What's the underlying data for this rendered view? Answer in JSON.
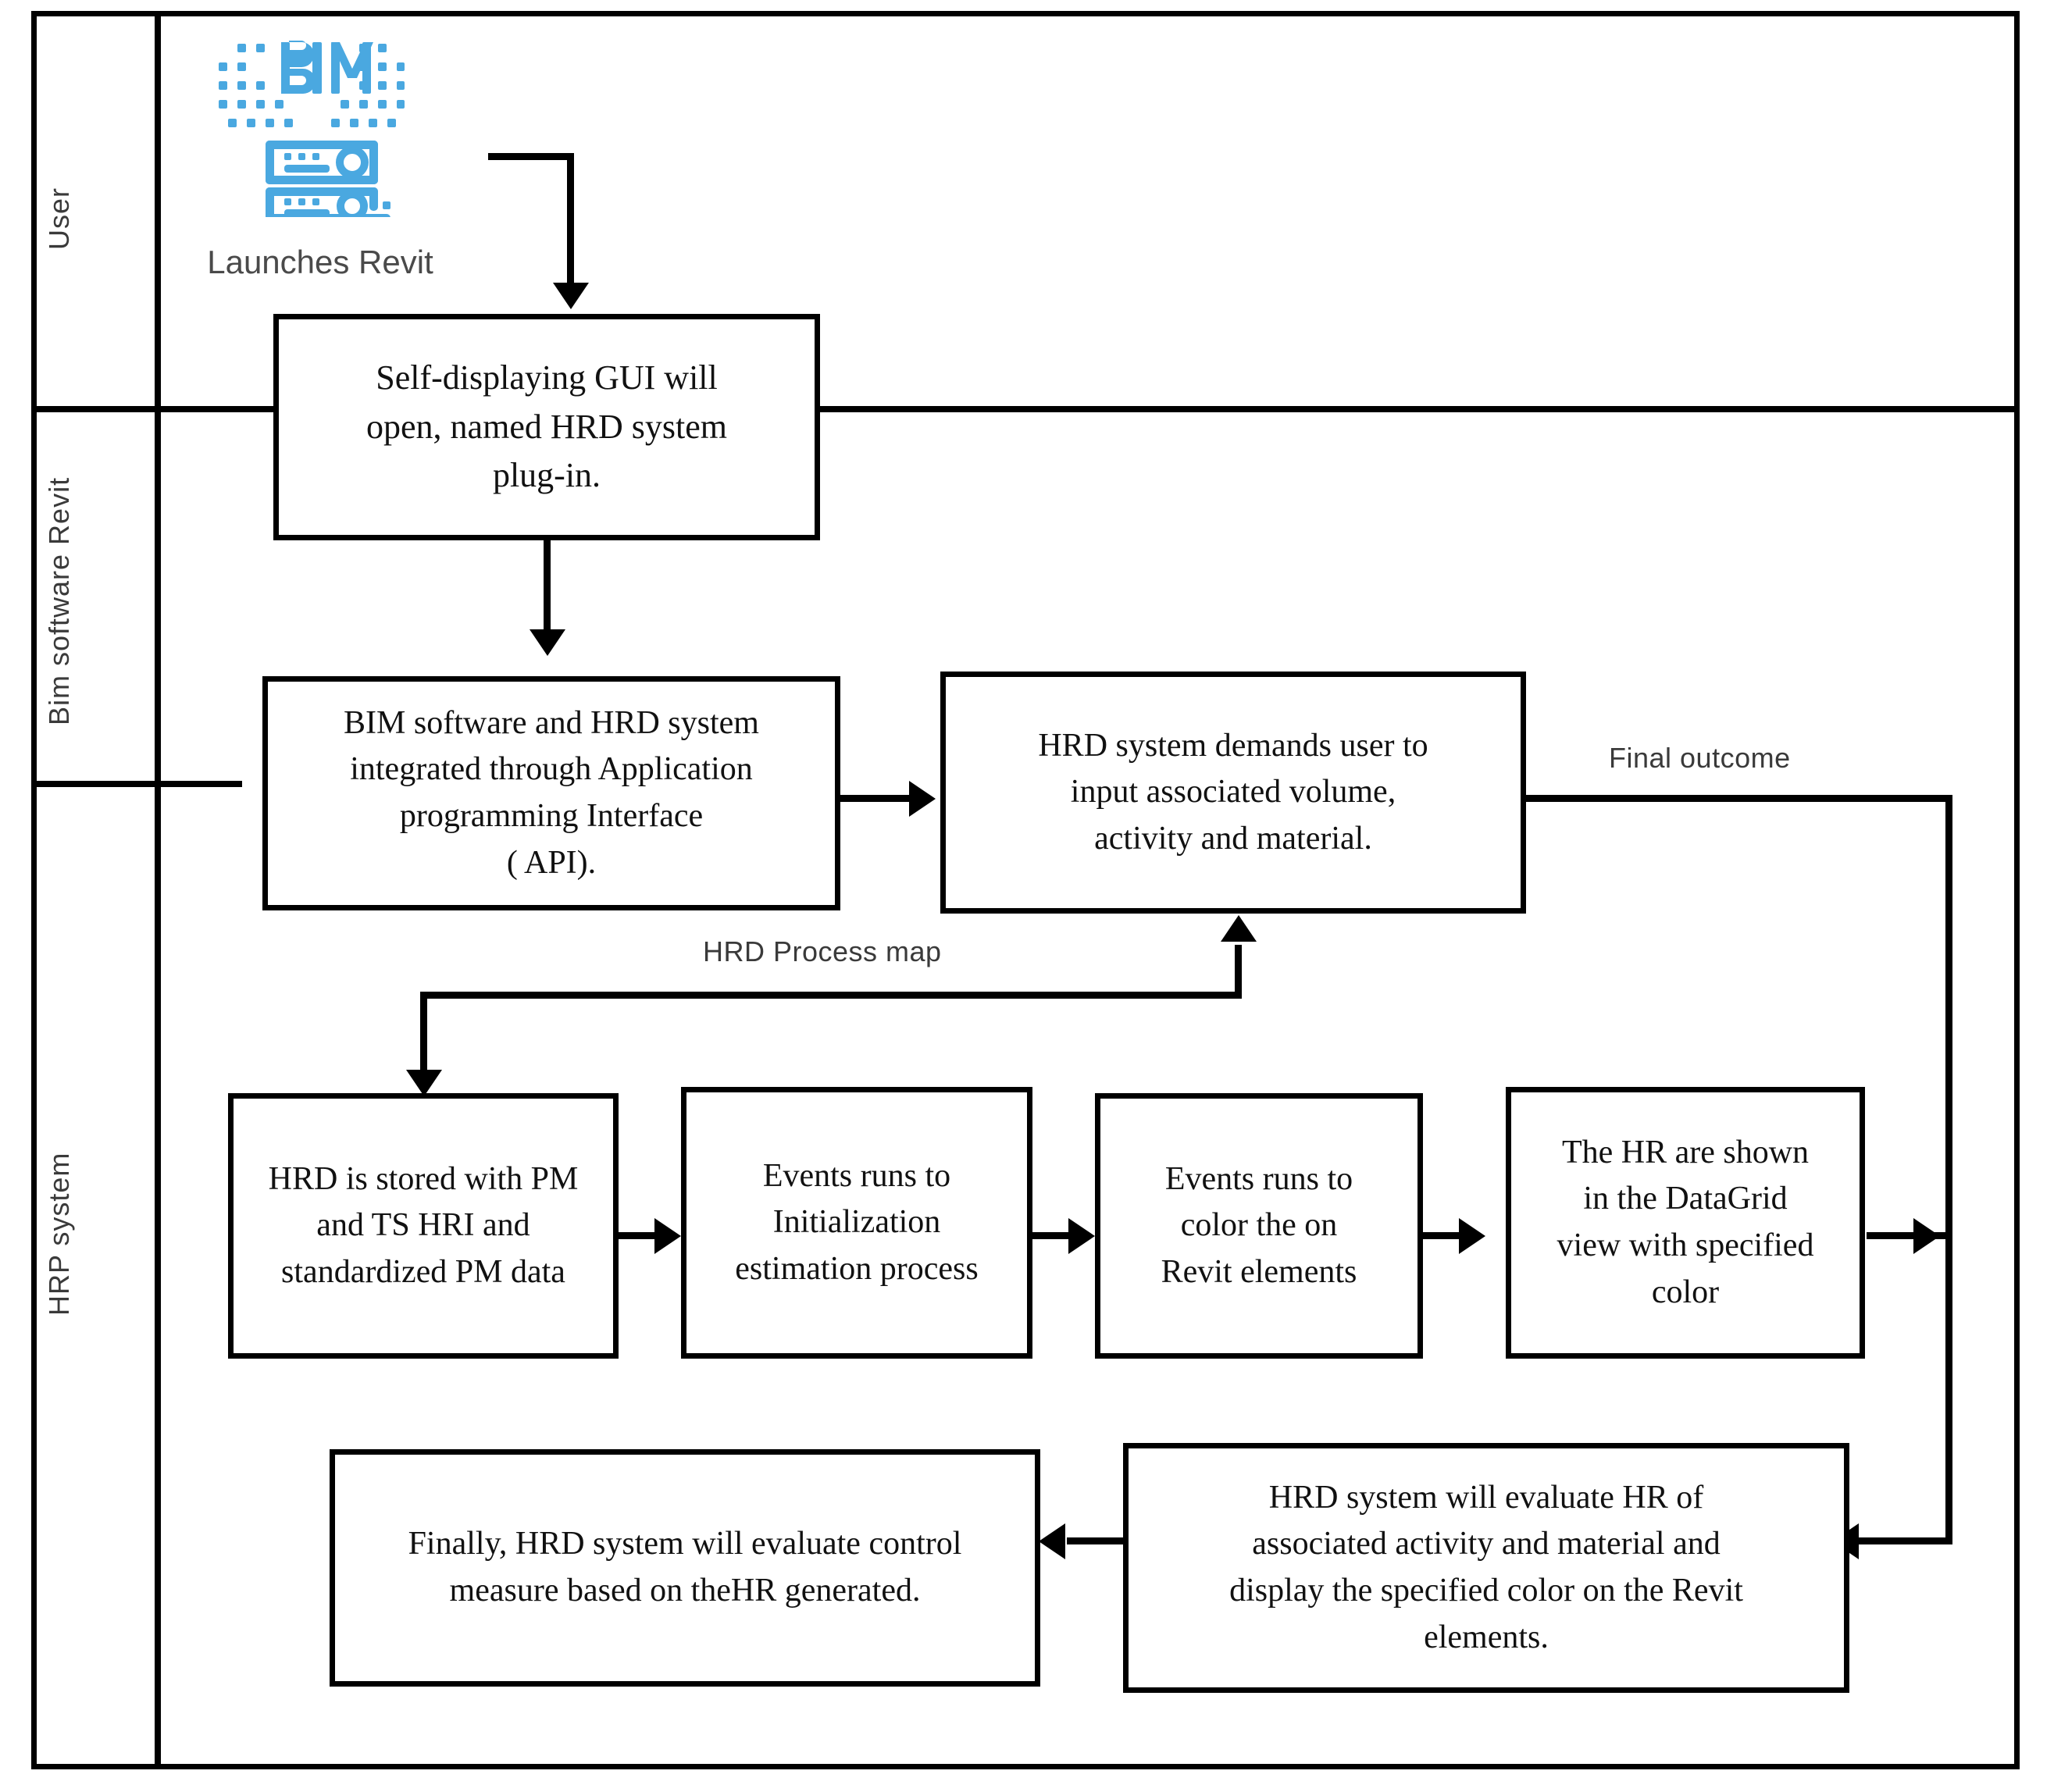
{
  "diagram": {
    "title": "HRD system process flow across User / BIM Revit / HRP system lanes",
    "accent_color": "#4aa8e0",
    "line_color": "#000000",
    "label_color": "#3a3a3a"
  },
  "lanes": [
    {
      "id": "user",
      "label": "User"
    },
    {
      "id": "bim-revit",
      "label": "Bim software Revit"
    },
    {
      "id": "hrp-system",
      "label": "HRP system"
    }
  ],
  "icon": {
    "name": "bim-server-icon",
    "wordmark": "BIM",
    "caption": "Launches Revit"
  },
  "boxes": [
    {
      "id": "gui",
      "lines": [
        "Self-displaying GUI will",
        "open, named HRD system",
        "plug-in."
      ]
    },
    {
      "id": "api",
      "lines": [
        "BIM software and HRD system",
        "integrated through Application",
        "programming Interface",
        "( API)."
      ]
    },
    {
      "id": "demands",
      "lines": [
        "HRD system demands user to",
        "input associated volume,",
        "activity and material."
      ]
    },
    {
      "id": "stored",
      "lines": [
        "HRD is stored with PM",
        "and TS HRI and",
        "standardized PM data"
      ]
    },
    {
      "id": "init",
      "lines": [
        "Events runs to",
        "Initialization",
        "estimation process"
      ]
    },
    {
      "id": "color",
      "lines": [
        "Events runs to",
        "color the  on",
        "Revit elements"
      ]
    },
    {
      "id": "datagrid",
      "lines": [
        "The HR are shown",
        "in the DataGrid",
        "view with specified",
        "color"
      ]
    },
    {
      "id": "evaluate",
      "lines": [
        "HRD system will evaluate HR of",
        "associated activity and material and",
        "display the specified color on the Revit",
        "elements."
      ]
    },
    {
      "id": "final",
      "lines": [
        "Finally, HRD system will evaluate control",
        "measure based on theHR generated."
      ]
    }
  ],
  "edge_labels": [
    {
      "id": "final-outcome",
      "text": "Final outcome"
    },
    {
      "id": "hrd-process-map",
      "text": "HRD Process map"
    }
  ]
}
